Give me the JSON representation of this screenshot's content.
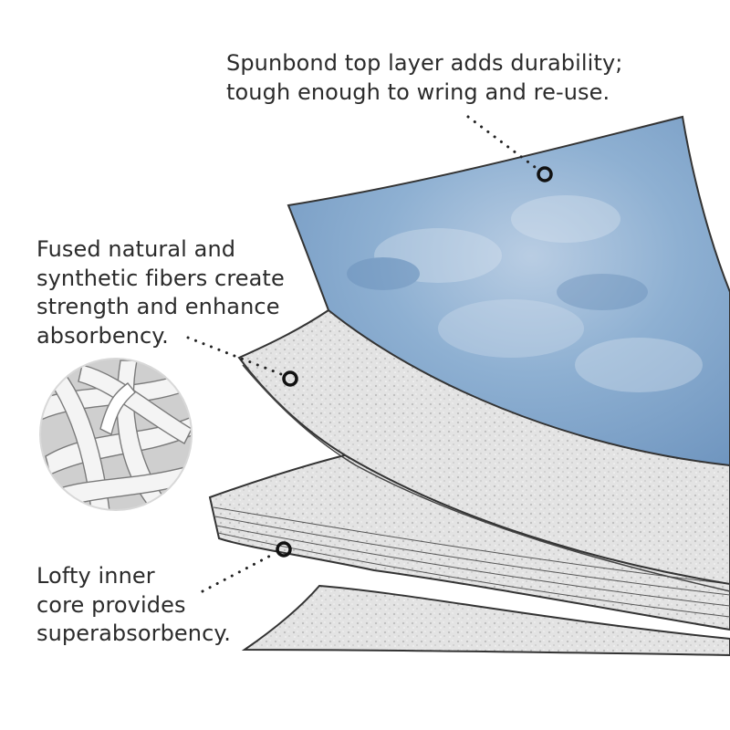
{
  "callouts": {
    "top_layer": {
      "lines": [
        "Spunbond top layer adds durability;",
        "tough enough to wring and re-use."
      ]
    },
    "middle_layer": {
      "lines": [
        "Fused natural and",
        "synthetic fibers create",
        "strength and enhance",
        "absorbency."
      ]
    },
    "inner_core": {
      "lines": [
        "Lofty inner",
        "core provides",
        "superabsorbency."
      ]
    }
  },
  "colors": {
    "spunbond_blue": "#86a8cc",
    "spunbond_light": "#c2d3e6",
    "fiber_gray": "#dcdcdc",
    "outline": "#333333",
    "text": "#2b2b2b"
  },
  "icons": [
    "fiber-closeup-icon",
    "marker-ring-icon"
  ]
}
